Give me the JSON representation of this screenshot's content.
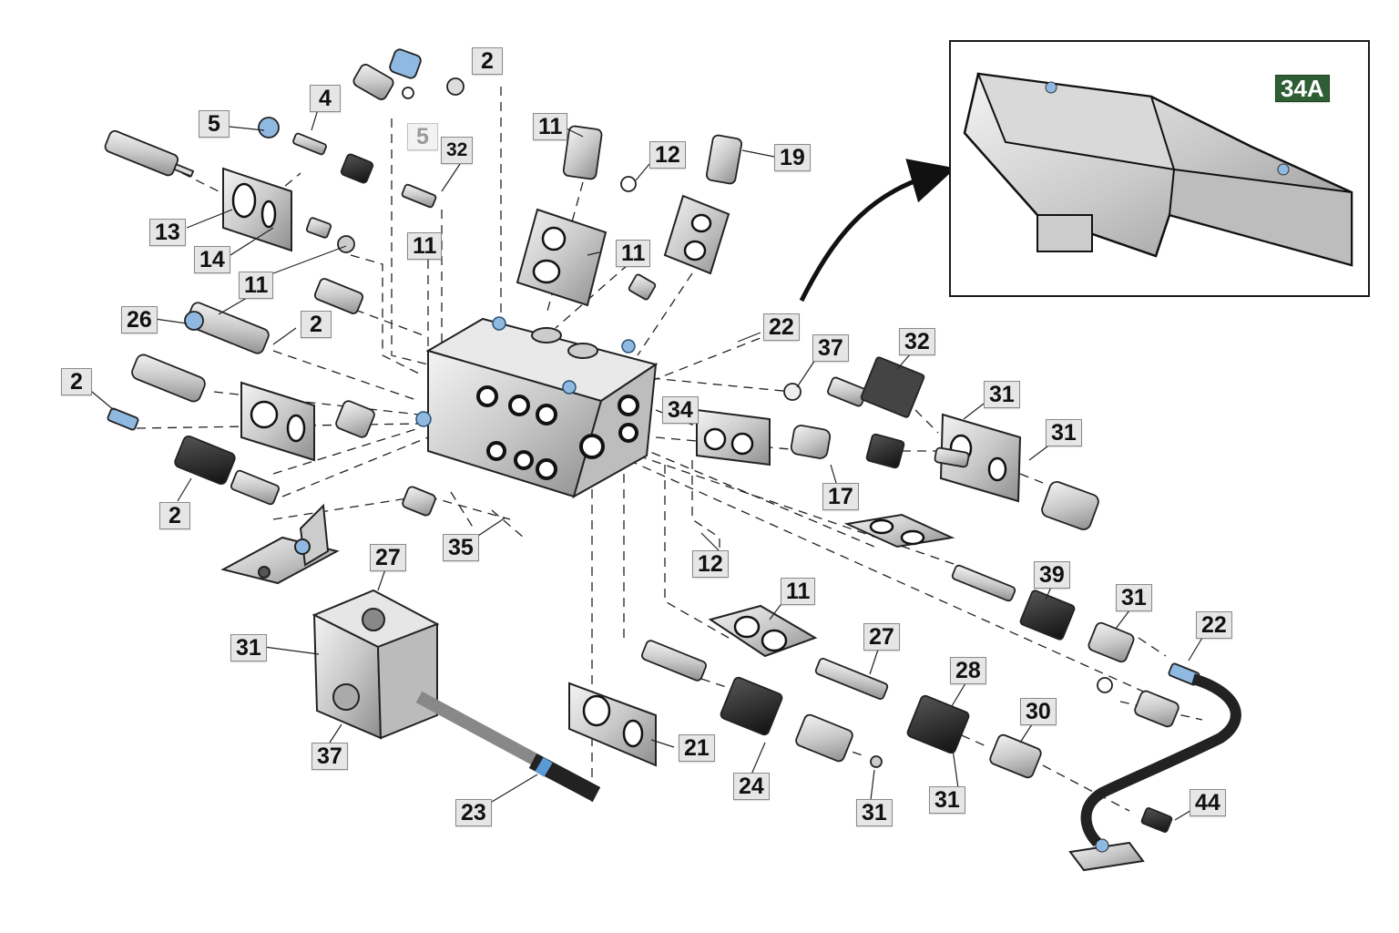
{
  "diagram": {
    "type": "exploded-parts-diagram",
    "subject": "hydraulic valve block assembly",
    "colors": {
      "callout_bg": "#e6e6e6",
      "callout_border": "#8a8a8a",
      "highlight_callout_bg": "#2f5e34",
      "accent_blue": "#5b9bd5",
      "line": "#222222"
    },
    "inset": {
      "label": "34A",
      "description": "cover / guard detail"
    },
    "callouts": [
      {
        "id": "c1",
        "label": "2"
      },
      {
        "id": "c2",
        "label": "4"
      },
      {
        "id": "c3",
        "label": "5"
      },
      {
        "id": "c4",
        "label": "5",
        "ghost": true
      },
      {
        "id": "c5",
        "label": "32"
      },
      {
        "id": "c6",
        "label": "13"
      },
      {
        "id": "c7",
        "label": "14"
      },
      {
        "id": "c8",
        "label": "11"
      },
      {
        "id": "c9",
        "label": "11"
      },
      {
        "id": "c10",
        "label": "26"
      },
      {
        "id": "c11",
        "label": "2"
      },
      {
        "id": "c12",
        "label": "2"
      },
      {
        "id": "c13",
        "label": "2"
      },
      {
        "id": "c14",
        "label": "11"
      },
      {
        "id": "c15",
        "label": "12"
      },
      {
        "id": "c16",
        "label": "11"
      },
      {
        "id": "c17",
        "label": "19"
      },
      {
        "id": "c18",
        "label": "22"
      },
      {
        "id": "c19",
        "label": "37"
      },
      {
        "id": "c20",
        "label": "32"
      },
      {
        "id": "c21",
        "label": "31"
      },
      {
        "id": "c22",
        "label": "31"
      },
      {
        "id": "c23",
        "label": "34"
      },
      {
        "id": "c24",
        "label": "17"
      },
      {
        "id": "c25",
        "label": "35"
      },
      {
        "id": "c26",
        "label": "12"
      },
      {
        "id": "c27",
        "label": "27"
      },
      {
        "id": "c28",
        "label": "31"
      },
      {
        "id": "c29",
        "label": "37"
      },
      {
        "id": "c30",
        "label": "23"
      },
      {
        "id": "c31",
        "label": "21"
      },
      {
        "id": "c32",
        "label": "11"
      },
      {
        "id": "c33",
        "label": "24"
      },
      {
        "id": "c34",
        "label": "31"
      },
      {
        "id": "c35",
        "label": "27"
      },
      {
        "id": "c36",
        "label": "28"
      },
      {
        "id": "c37",
        "label": "31"
      },
      {
        "id": "c38",
        "label": "30"
      },
      {
        "id": "c39",
        "label": "39"
      },
      {
        "id": "c40",
        "label": "31"
      },
      {
        "id": "c41",
        "label": "22"
      },
      {
        "id": "c42",
        "label": "44"
      },
      {
        "id": "c43",
        "label": "34A",
        "highlight": true
      }
    ]
  }
}
